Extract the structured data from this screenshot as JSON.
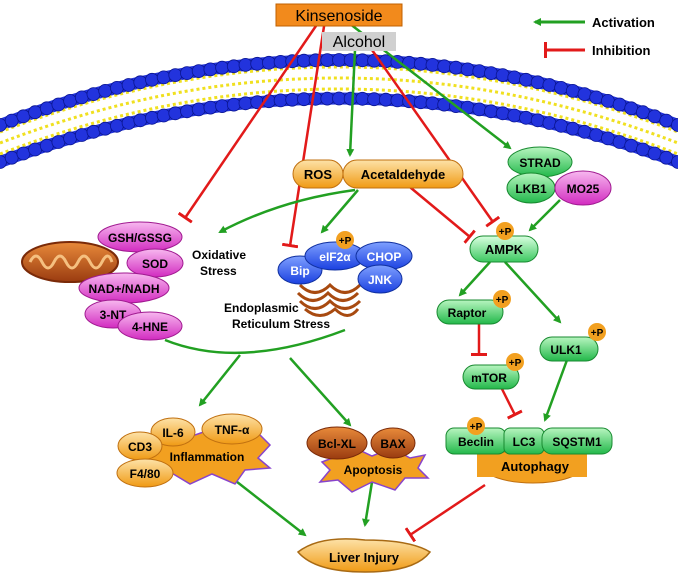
{
  "title": "Kinsenoside",
  "alcohol": "Alcohol",
  "legend": {
    "activation": "Activation",
    "inhibition": "Inhibition"
  },
  "colors": {
    "activation": "#22a022",
    "inhibition": "#e21a1a",
    "kinsenoside_bg": "#f28a1c",
    "node_green": "#33cc55",
    "node_magenta": "#e040c8",
    "node_orange": "#f2a020",
    "node_blue": "#2255ee",
    "membrane_blue": "#2233dd",
    "membrane_yellow": "#f0e020"
  },
  "labels": {
    "ros": "ROS",
    "acetaldehyde": "Acetaldehyde",
    "strad": "STRAD",
    "lkb1": "LKB1",
    "mo25": "MO25",
    "ampk": "AMPK",
    "p": "+P",
    "raptor": "Raptor",
    "ulk1": "ULK1",
    "mtor": "mTOR",
    "beclin": "Beclin",
    "lc3": "LC3",
    "sqstm1": "SQSTM1",
    "autophagy": "Autophagy",
    "gsh": "GSH/GSSG",
    "sod": "SOD",
    "nad": "NAD+/NADH",
    "nt3": "3-NT",
    "hne4": "4-HNE",
    "oxidative_1": "Oxidative",
    "oxidative_2": "Stress",
    "eif2a": "eIF2α",
    "chop": "CHOP",
    "bip": "Bip",
    "jnk": "JNK",
    "er_1": "Endoplasmic",
    "er_2": "Reticulum Stress",
    "il6": "IL-6",
    "tnfa": "TNF-α",
    "cd3": "CD3",
    "f480": "F4/80",
    "inflammation": "Inflammation",
    "bclxl": "Bcl-XL",
    "bax": "BAX",
    "apoptosis": "Apoptosis",
    "liver_injury": "Liver Injury"
  }
}
